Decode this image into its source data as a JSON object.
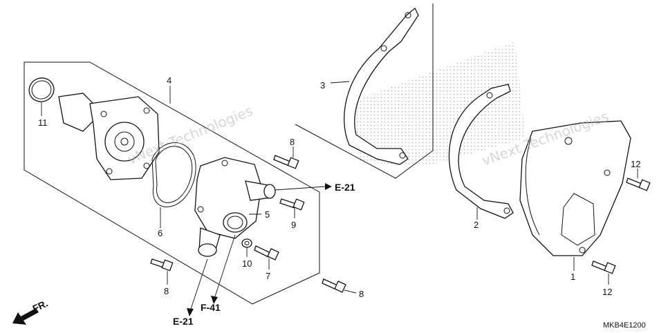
{
  "diagram": {
    "code": "MKB4E1200",
    "front_label": "FR.",
    "watermark": "vNext Technologies",
    "callouts": [
      "1",
      "2",
      "3",
      "4",
      "5",
      "6",
      "7",
      "8",
      "8",
      "8",
      "9",
      "10",
      "11",
      "12",
      "12"
    ],
    "references": [
      "E-21",
      "E-21",
      "F-41"
    ]
  }
}
